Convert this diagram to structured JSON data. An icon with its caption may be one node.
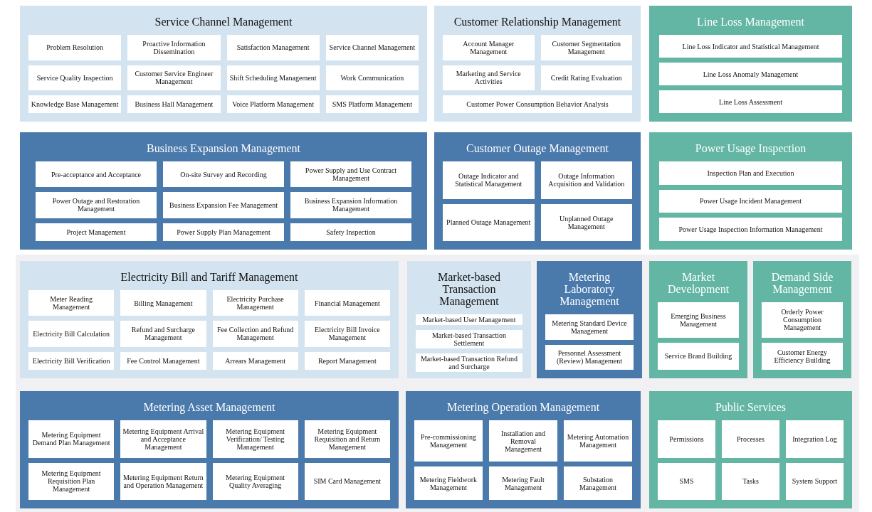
{
  "diagram": {
    "nodes": [
      {
        "text": [
          "Service Channel Management"
        ]
      },
      {
        "text": [
          "Problem Resolution"
        ],
        "in": 0
      },
      {
        "text": [
          "Proactive Information Dissemination"
        ],
        "in": 0
      },
      {
        "text": [
          "Satisfaction Management"
        ],
        "in": 0
      },
      {
        "text": [
          "Service Channel Management"
        ],
        "in": 0
      },
      {
        "text": [
          "Service Quality Inspection"
        ],
        "in": 0
      },
      {
        "text": [
          "Customer Service Engineer Management"
        ],
        "in": 0
      },
      {
        "text": [
          "Shift Scheduling Management"
        ],
        "in": 0
      },
      {
        "text": [
          "Work Communication"
        ],
        "in": 0
      },
      {
        "text": [
          "Knowledge Base Management"
        ],
        "in": 0
      },
      {
        "text": [
          "Business Hall Management"
        ],
        "in": 0
      },
      {
        "text": [
          "Voice Platform Management"
        ],
        "in": 0
      },
      {
        "text": [
          "SMS Platform Management"
        ],
        "in": 0
      },
      {
        "text": [
          "Customer Relationship Management"
        ]
      },
      {
        "text": [
          "Account Manager Management"
        ],
        "in": 13
      },
      {
        "text": [
          "Customer Segmentation Management"
        ],
        "in": 13
      },
      {
        "text": [
          "Marketing and Service Activities"
        ],
        "in": 13
      },
      {
        "text": [
          "Credit Rating Evaluation"
        ],
        "in": 13
      },
      {
        "text": [
          "Customer Power Consumption Behavior Analysis"
        ],
        "in": 13
      },
      {
        "text": [
          "Line Loss Management"
        ]
      },
      {
        "text": [
          "Line Loss Indicator and Statistical Management"
        ],
        "in": 19
      },
      {
        "text": [
          "Line Loss Anomaly Management"
        ],
        "in": 19
      },
      {
        "text": [
          "Line Loss Assessment"
        ],
        "in": 19
      },
      {
        "text": [
          "Business Expansion Management"
        ]
      },
      {
        "text": [
          "Pre-acceptance and Acceptance"
        ],
        "in": 23
      },
      {
        "text": [
          "On-site Survey and Recording"
        ],
        "in": 23
      },
      {
        "text": [
          "Power Supply and Use Contract Management"
        ],
        "in": 23
      },
      {
        "text": [
          "Power Outage and Restoration Management"
        ],
        "in": 23
      },
      {
        "text": [
          "Business Expansion Fee Management"
        ],
        "in": 23
      },
      {
        "text": [
          "Business Expansion Information Management"
        ],
        "in": 23
      },
      {
        "text": [
          "Project Management"
        ],
        "in": 23
      },
      {
        "text": [
          "Power Supply Plan Management"
        ],
        "in": 23
      },
      {
        "text": [
          "Safety Inspection"
        ],
        "in": 23
      },
      {
        "text": [
          "Customer Outage Management"
        ]
      },
      {
        "text": [
          "Outage Indicator and Statistical Management"
        ],
        "in": 33
      },
      {
        "text": [
          "Outage Information Acquisition and Validation"
        ],
        "in": 33
      },
      {
        "text": [
          "Planned Outage Management"
        ],
        "in": 33
      },
      {
        "text": [
          "Unplanned Outage Management"
        ],
        "in": 33
      },
      {
        "text": [
          "Power Usage Inspection"
        ]
      },
      {
        "text": [
          "Inspection Plan and Execution"
        ],
        "in": 38
      },
      {
        "text": [
          "Power Usage Incident Management"
        ],
        "in": 38
      },
      {
        "text": [
          "Power Usage Inspection Information Management"
        ],
        "in": 38
      },
      {
        "text": [
          "Electricity Bill and Tariff Management"
        ]
      },
      {
        "text": [
          "Meter Reading Management"
        ],
        "in": 42
      },
      {
        "text": [
          "Billing Management"
        ],
        "in": 42
      },
      {
        "text": [
          "Electricity Purchase Management"
        ],
        "in": 42
      },
      {
        "text": [
          "Financial Management"
        ],
        "in": 42
      },
      {
        "text": [
          "Electricity Bill Calculation"
        ],
        "in": 42
      },
      {
        "text": [
          "Refund and Surcharge Management"
        ],
        "in": 42
      },
      {
        "text": [
          "Fee Collection and Refund Management"
        ],
        "in": 42
      },
      {
        "text": [
          "Electricity Bill Invoice Management"
        ],
        "in": 42
      },
      {
        "text": [
          "Electricity Bill Verification"
        ],
        "in": 42
      },
      {
        "text": [
          "Fee Control Management"
        ],
        "in": 42
      },
      {
        "text": [
          "Arrears Management"
        ],
        "in": 42
      },
      {
        "text": [
          "Report Management"
        ],
        "in": 42
      },
      {
        "text": [
          "Market-based Transaction Management"
        ]
      },
      {
        "text": [
          "Market-based User Management"
        ],
        "in": 55
      },
      {
        "text": [
          "Market-based Transaction Settlement"
        ],
        "in": 55
      },
      {
        "text": [
          "Market-based Transaction Refund and Surcharge"
        ],
        "in": 55
      },
      {
        "text": [
          "Metering Laboratory Management"
        ]
      },
      {
        "text": [
          "Metering Standard Device Management"
        ],
        "in": 59
      },
      {
        "text": [
          "Personnel Assessment (Review) Management"
        ],
        "in": 59
      },
      {
        "text": [
          "Market Development"
        ]
      },
      {
        "text": [
          "Emerging Business Management"
        ],
        "in": 62
      },
      {
        "text": [
          "Service Brand Building"
        ],
        "in": 62
      },
      {
        "text": [
          "Demand Side Management"
        ]
      },
      {
        "text": [
          "Orderly Power Consumption Management"
        ],
        "in": 65
      },
      {
        "text": [
          "Customer Energy Efficiency Building"
        ],
        "in": 65
      },
      {
        "text": [
          "Metering Asset Management"
        ]
      },
      {
        "text": [
          "Metering Equipment Demand Plan Management"
        ],
        "in": 68
      },
      {
        "text": [
          "Metering Equipment Arrival and Acceptance Management"
        ],
        "in": 68
      },
      {
        "text": [
          "Metering Equipment Verification/ Testing Management"
        ],
        "in": 68
      },
      {
        "text": [
          "Metering Equipment Requisition and Return Management"
        ],
        "in": 68
      },
      {
        "text": [
          "Metering Equipment Requisition Plan Management"
        ],
        "in": 68
      },
      {
        "text": [
          "Metering Equipment Return and Operation Management"
        ],
        "in": 68
      },
      {
        "text": [
          "Metering Equipment Quality Averaging"
        ],
        "in": 68
      },
      {
        "text": [
          "SIM Card Management"
        ],
        "in": 68
      },
      {
        "text": [
          "Metering Operation Management"
        ]
      },
      {
        "text": [
          "Pre-commissioning Management"
        ],
        "in": 77
      },
      {
        "text": [
          "Installation and Removal Management"
        ],
        "in": 77
      },
      {
        "text": [
          "Metering Automation Management"
        ],
        "in": 77
      },
      {
        "text": [
          "Metering Fieldwork Management"
        ],
        "in": 77
      },
      {
        "text": [
          "Metering Fault Management"
        ],
        "in": 77
      },
      {
        "text": [
          "Substation Management"
        ],
        "in": 77
      },
      {
        "text": [
          "Public Services"
        ]
      },
      {
        "text": [
          "Permissions"
        ],
        "in": 84
      },
      {
        "text": [
          "Processes"
        ],
        "in": 84
      },
      {
        "text": [
          "Integration Log"
        ],
        "in": 84
      },
      {
        "text": [
          "SMS"
        ],
        "in": 84
      },
      {
        "text": [
          "Tasks"
        ],
        "in": 84
      },
      {
        "text": [
          "System Support"
        ],
        "in": 84
      }
    ]
  }
}
